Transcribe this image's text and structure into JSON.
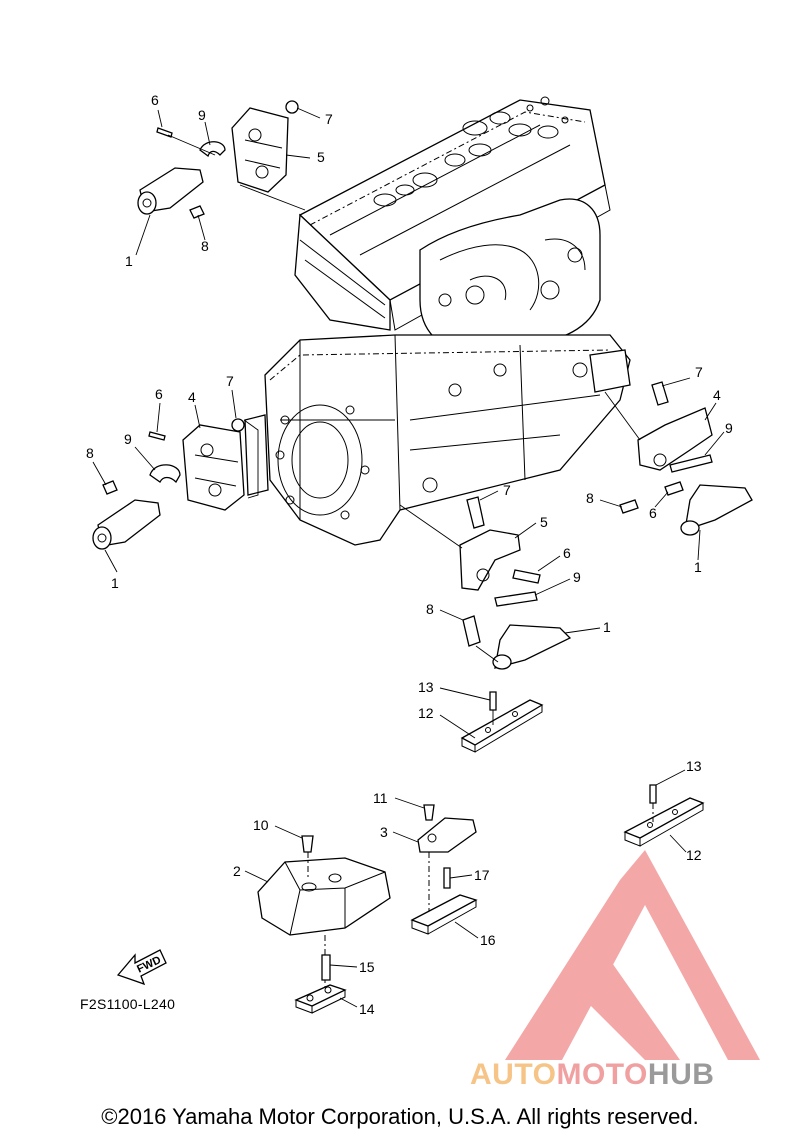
{
  "callouts": [
    {
      "id": "c1a",
      "text": "6"
    },
    {
      "id": "c1b",
      "text": "9"
    },
    {
      "id": "c1c",
      "text": "7"
    },
    {
      "id": "c1d",
      "text": "5"
    },
    {
      "id": "c1e",
      "text": "8"
    },
    {
      "id": "c1f",
      "text": "1"
    },
    {
      "id": "c2a",
      "text": "6"
    },
    {
      "id": "c2b",
      "text": "4"
    },
    {
      "id": "c2c",
      "text": "7"
    },
    {
      "id": "c2d",
      "text": "8"
    },
    {
      "id": "c2e",
      "text": "9"
    },
    {
      "id": "c2f",
      "text": "1"
    },
    {
      "id": "c3a",
      "text": "7"
    },
    {
      "id": "c3b",
      "text": "4"
    },
    {
      "id": "c3c",
      "text": "9"
    },
    {
      "id": "c3d",
      "text": "8"
    },
    {
      "id": "c3e",
      "text": "6"
    },
    {
      "id": "c3f",
      "text": "1"
    },
    {
      "id": "c4a",
      "text": "7"
    },
    {
      "id": "c4b",
      "text": "5"
    },
    {
      "id": "c4c",
      "text": "6"
    },
    {
      "id": "c4d",
      "text": "9"
    },
    {
      "id": "c4e",
      "text": "8"
    },
    {
      "id": "c4f",
      "text": "1"
    },
    {
      "id": "c5a",
      "text": "13"
    },
    {
      "id": "c5b",
      "text": "12"
    },
    {
      "id": "c6a",
      "text": "11"
    },
    {
      "id": "c6b",
      "text": "3"
    },
    {
      "id": "c6c",
      "text": "10"
    },
    {
      "id": "c6d",
      "text": "2"
    },
    {
      "id": "c6e",
      "text": "17"
    },
    {
      "id": "c6f",
      "text": "16"
    },
    {
      "id": "c6g",
      "text": "15"
    },
    {
      "id": "c6h",
      "text": "14"
    },
    {
      "id": "c7a",
      "text": "13"
    },
    {
      "id": "c7b",
      "text": "12"
    }
  ],
  "fwd_label": "FWD",
  "diagram_code": "F2S1100-L240",
  "copyright": "©2016 Yamaha Motor Corporation, U.S.A. All rights reserved.",
  "watermark": {
    "part1": "AUTO",
    "part2": "MOTO",
    "part3": "HUB"
  },
  "colors": {
    "watermark_triangle": "#f08a8a",
    "auto": "#f6c487",
    "moto": "#f0a0a0",
    "hub": "#9a9a9a"
  }
}
